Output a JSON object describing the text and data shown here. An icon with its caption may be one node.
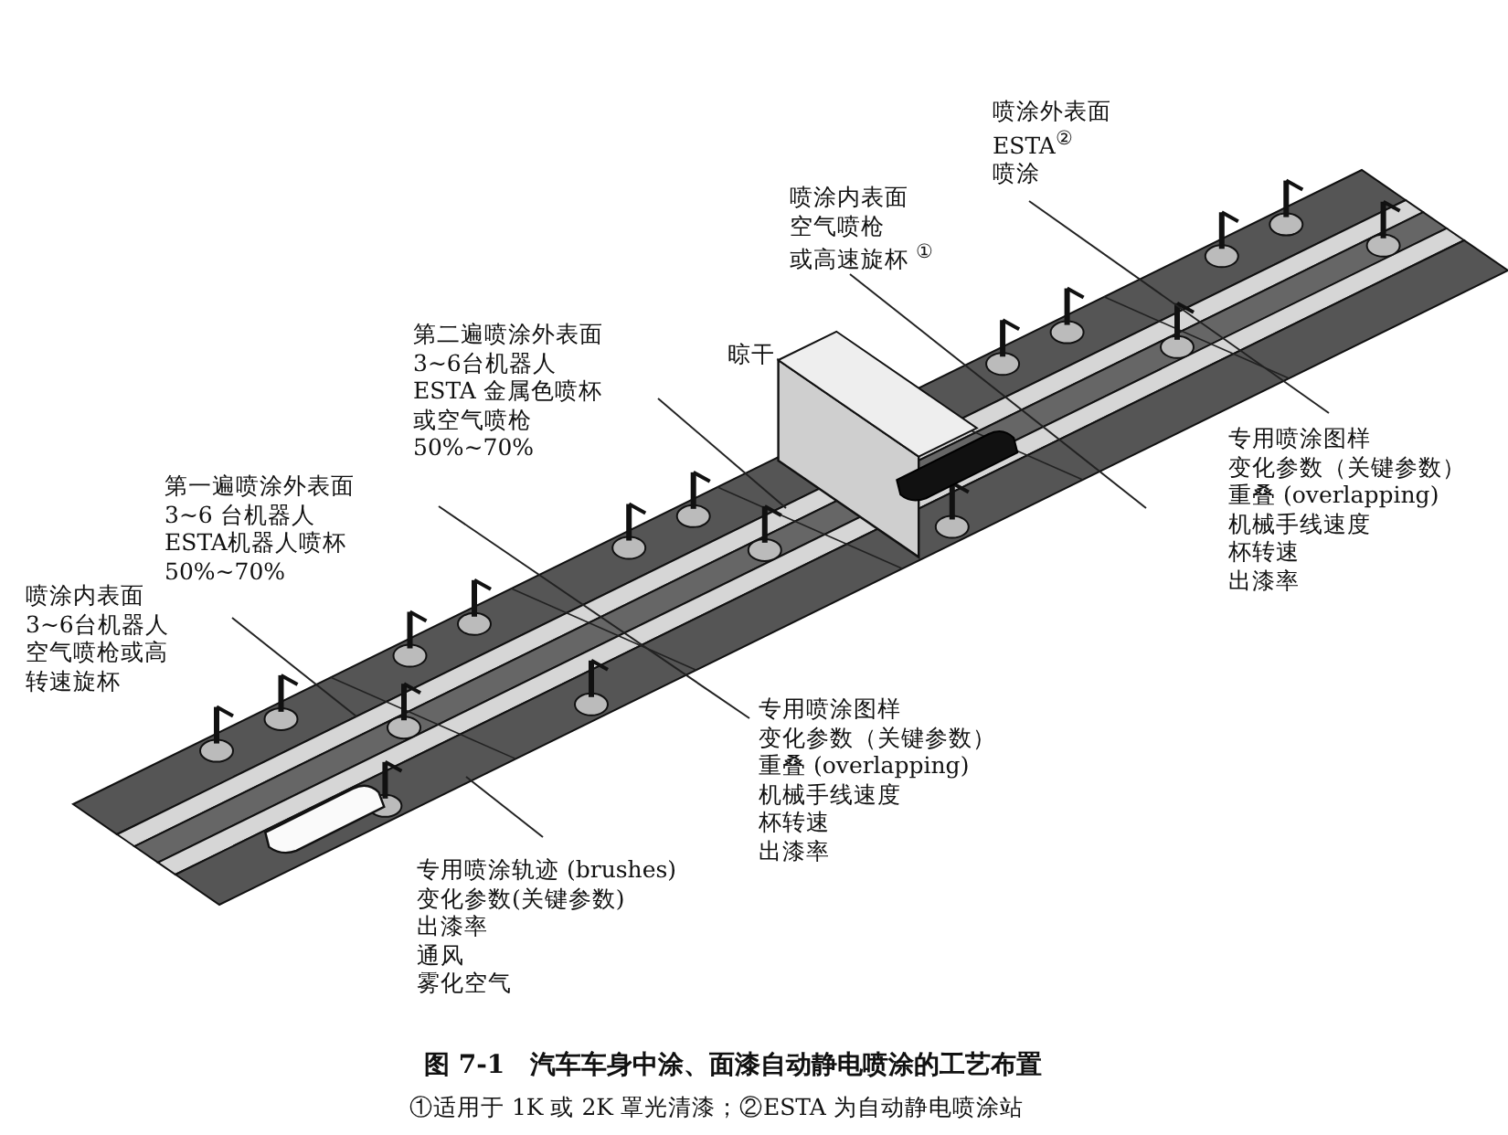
{
  "diagram": {
    "title": "图 7-1　汽车车身中涂、面漆自动静电喷涂的工艺布置",
    "caption": "①适用于 1K 或 2K 罩光清漆；②ESTA 为自动静电喷涂站",
    "nodes": [
      {
        "text": [
          "喷涂内表面",
          "3~6台机器人",
          "空气喷枪或高转速旋杯"
        ]
      },
      {
        "text": [
          "第一遍喷涂外表面",
          "3~6 台机器人",
          "ESTA机器人喷杯",
          "50%~70%"
        ]
      },
      {
        "text": [
          "第二遍喷涂外表面",
          "3~6台机器人",
          "ESTA 金属色喷杯或空气喷枪",
          "50%~70%"
        ]
      },
      {
        "text": [
          "喷涂内表面",
          "空气喷枪",
          "或高速旋杯 $^{①}$"
        ]
      },
      {
        "text": [
          "喷涂外表面",
          "ESTA$^{②}$",
          "喷涂"
        ]
      },
      {
        "text": [
          "专用喷涂图样",
          "变化参数（关键参数）",
          "重叠 (overlapping)",
          "机械手线速度",
          "杯转速",
          "出漆率"
        ]
      },
      {
        "text": [
          "专用喷涂图样",
          "变化参数（关键参数）",
          "重叠 (overlapping)",
          "机械手线速度",
          "杯转速",
          "出漆率"
        ]
      },
      {
        "text": [
          "专用喷涂轨迹 (brushes)",
          "变化参数(关键参数)",
          "出漆率",
          "通风",
          "雾化空气"
        ]
      }
    ],
    "edges": [
      {
        "from": 1,
        "to": null,
        "arrow": "none"
      },
      {
        "from": 5,
        "to": null,
        "arrow": "none"
      },
      {
        "from": 2,
        "to": null,
        "arrow": "none"
      },
      {
        "from": 3,
        "to": null,
        "arrow": "none"
      },
      {
        "from": 6,
        "to": 4,
        "arrow": "none"
      },
      {
        "from": 7,
        "to": null,
        "arrow": "none"
      }
    ],
    "labels": [
      "晾干"
    ]
  }
}
